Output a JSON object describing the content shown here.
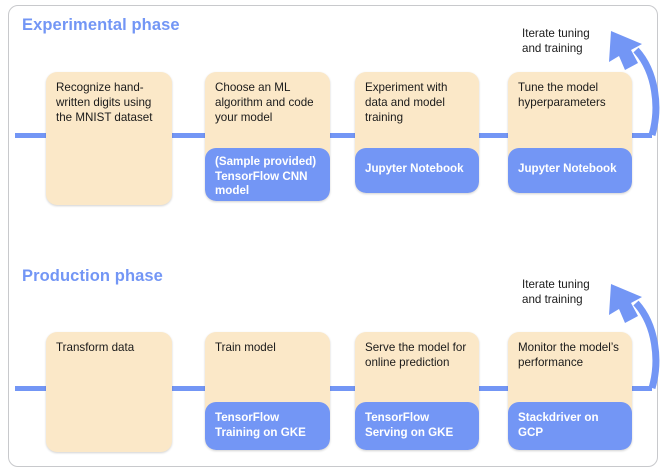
{
  "diagram": {
    "frame_border_color": "#c8c9cc",
    "accent_blue": "#7396f5",
    "box_fill": "#fbe8c8",
    "phases": [
      {
        "id": "experimental",
        "title": "Experimental phase",
        "loop_note": "Iterate tuning\nand training",
        "steps": [
          {
            "label": "Recognize hand-written digits using the MNIST dataset",
            "footer": null
          },
          {
            "label": "Choose an ML algorithm and code your model",
            "footer": "(Sample provided) TensorFlow CNN model"
          },
          {
            "label": "Experiment with data and model training",
            "footer": "Jupyter Notebook"
          },
          {
            "label": "Tune the model hyperparameters",
            "footer": "Jupyter Notebook"
          }
        ]
      },
      {
        "id": "production",
        "title": "Production phase",
        "loop_note": "Iterate tuning\nand training",
        "steps": [
          {
            "label": "Transform data",
            "footer": null
          },
          {
            "label": "Train model",
            "footer": "TensorFlow Training on GKE"
          },
          {
            "label": "Serve the model for online prediction",
            "footer": "TensorFlow Serving on GKE"
          },
          {
            "label": "Monitor the model’s performance",
            "footer": "Stackdriver on GCP"
          }
        ]
      }
    ]
  }
}
